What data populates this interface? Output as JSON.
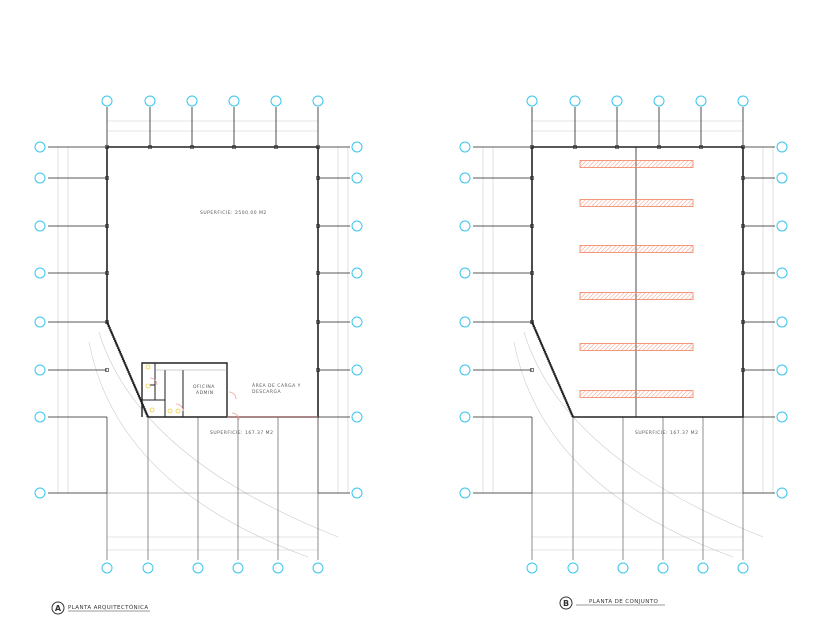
{
  "plan_a": {
    "letter": "A",
    "title": "PLANTA ARQUITECTÓNICA",
    "main_area_label": "SUPERFICIE: 2500.00 M2",
    "lower_area_label": "SUPERFICIE: 167.37 M2",
    "office_label_1": "OFICINA",
    "office_label_2": "ADMIN",
    "storage_label_1": "ÁREA DE CARGA Y",
    "storage_label_2": "DESCARGA"
  },
  "plan_b": {
    "letter": "B",
    "title": "PLANTA DE CONJUNTO",
    "lower_area_label": "SUPERFICIE: 167.37 M2",
    "hatch_rows": 6
  },
  "colors": {
    "grid_bubble": "#39c6ee",
    "hatch": "#f08060",
    "wall": "#222222",
    "door": "#f4a0a0",
    "fixture": "#f0d040"
  }
}
